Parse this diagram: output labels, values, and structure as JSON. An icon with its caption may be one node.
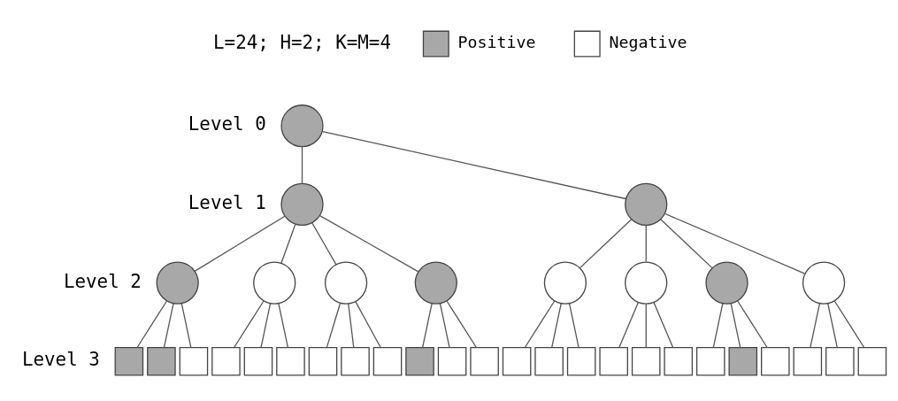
{
  "diagram": {
    "nodes": [
      {
        "text": [],
        "shape": "circle"
      },
      {
        "text": [],
        "shape": "circle"
      },
      {
        "text": [],
        "shape": "circle"
      },
      {
        "text": [],
        "shape": "circle"
      },
      {
        "text": [],
        "shape": "circle"
      },
      {
        "text": [],
        "shape": "circle"
      },
      {
        "text": [],
        "shape": "circle"
      },
      {
        "text": [],
        "shape": "circle"
      },
      {
        "text": [],
        "shape": "circle"
      },
      {
        "text": [],
        "shape": "circle"
      },
      {
        "text": [],
        "shape": "circle"
      },
      {
        "text": [],
        "shape": "box"
      },
      {
        "text": [],
        "shape": "box"
      },
      {
        "text": [],
        "shape": "box"
      },
      {
        "text": [],
        "shape": "box"
      },
      {
        "text": [],
        "shape": "box"
      },
      {
        "text": [],
        "shape": "box"
      },
      {
        "text": [],
        "shape": "box"
      },
      {
        "text": [],
        "shape": "box"
      },
      {
        "text": [],
        "shape": "box"
      },
      {
        "text": [],
        "shape": "box"
      },
      {
        "text": [],
        "shape": "box"
      },
      {
        "text": [],
        "shape": "box"
      },
      {
        "text": [],
        "shape": "box"
      },
      {
        "text": [],
        "shape": "box"
      },
      {
        "text": [],
        "shape": "box"
      },
      {
        "text": [],
        "shape": "box"
      },
      {
        "text": [],
        "shape": "box"
      },
      {
        "text": [],
        "shape": "box"
      },
      {
        "text": [],
        "shape": "box"
      },
      {
        "text": [],
        "shape": "box"
      },
      {
        "text": [],
        "shape": "box"
      },
      {
        "text": [],
        "shape": "box"
      },
      {
        "text": [],
        "shape": "box"
      },
      {
        "text": [],
        "shape": "box"
      }
    ],
    "edges": [
      {
        "from": 0,
        "to": 1,
        "arrow": "none"
      },
      {
        "from": 0,
        "to": 2,
        "arrow": "none"
      },
      {
        "from": 1,
        "to": 3,
        "arrow": "none"
      },
      {
        "from": 1,
        "to": 4,
        "arrow": "none"
      },
      {
        "from": 1,
        "to": 5,
        "arrow": "none"
      },
      {
        "from": 1,
        "to": 6,
        "arrow": "none"
      },
      {
        "from": 2,
        "to": 7,
        "arrow": "none"
      },
      {
        "from": 2,
        "to": 8,
        "arrow": "none"
      },
      {
        "from": 2,
        "to": 9,
        "arrow": "none"
      },
      {
        "from": 2,
        "to": 10,
        "arrow": "none"
      },
      {
        "from": 3,
        "to": 11,
        "arrow": "none"
      },
      {
        "from": 3,
        "to": 12,
        "arrow": "none"
      },
      {
        "from": 3,
        "to": 13,
        "arrow": "none"
      },
      {
        "from": 4,
        "to": 14,
        "arrow": "none"
      },
      {
        "from": 4,
        "to": 15,
        "arrow": "none"
      },
      {
        "from": 4,
        "to": 16,
        "arrow": "none"
      },
      {
        "from": 5,
        "to": 17,
        "arrow": "none"
      },
      {
        "from": 5,
        "to": 18,
        "arrow": "none"
      },
      {
        "from": 5,
        "to": 19,
        "arrow": "none"
      },
      {
        "from": 6,
        "to": 20,
        "arrow": "none"
      },
      {
        "from": 6,
        "to": 21,
        "arrow": "none"
      },
      {
        "from": 6,
        "to": 22,
        "arrow": "none"
      },
      {
        "from": 7,
        "to": 23,
        "arrow": "none"
      },
      {
        "from": 7,
        "to": 24,
        "arrow": "none"
      },
      {
        "from": 7,
        "to": 25,
        "arrow": "none"
      },
      {
        "from": 8,
        "to": 26,
        "arrow": "none"
      },
      {
        "from": 8,
        "to": 27,
        "arrow": "none"
      },
      {
        "from": 8,
        "to": 28,
        "arrow": "none"
      },
      {
        "from": 9,
        "to": 29,
        "arrow": "none"
      },
      {
        "from": 9,
        "to": 30,
        "arrow": "none"
      },
      {
        "from": 9,
        "to": 31,
        "arrow": "none"
      },
      {
        "from": 10,
        "to": 32,
        "arrow": "none"
      },
      {
        "from": 10,
        "to": 33,
        "arrow": "none"
      },
      {
        "from": 10,
        "to": 34,
        "arrow": "none"
      }
    ],
    "labels": [
      "L=24; H=2; K=M=4",
      "Level 0",
      "Level 1",
      "Level 2",
      "Level 3"
    ],
    "legend": [
      {
        "text": "Positive",
        "color": "#a8a8a8"
      },
      {
        "text": "Negative",
        "color": "#ffffff"
      }
    ]
  }
}
